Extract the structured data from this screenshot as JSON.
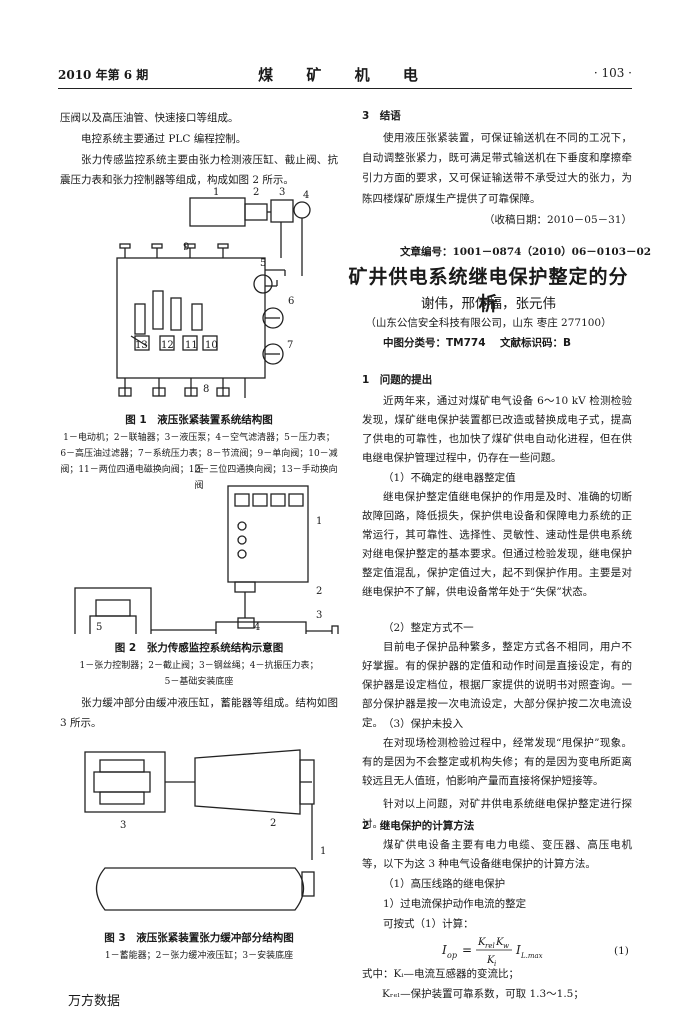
{
  "header": {
    "issue": "2010 年第 6 期",
    "journal": "煤 矿 机 电",
    "page": "· 103 ·"
  },
  "left": {
    "p1": "压阀以及高压油管、快速接口等组成。",
    "p2": "电控系统主要通过 PLC 编程控制。",
    "p3": "张力传感监控系统主要由张力检测液压缸、截止阀、抗震压力表和张力控制器等组成，构成如图 2 所示。",
    "fig1": {
      "caption": "图 1　液压张紧装置系统结构图",
      "legend1": "1－电动机；2－联轴器；3－液压泵；4－空气滤清器；5－压力表；",
      "legend2": "6－高压油过滤器；7－系统压力表；8－节流阀；9－单向阀；10－减压",
      "legend3": "阀；11－两位四通电磁换向阀；12－三位四通换向阀；13－手动换向阀",
      "labels": [
        "1",
        "2",
        "3",
        "4",
        "5",
        "6",
        "7",
        "8",
        "9",
        "10",
        "11",
        "12",
        "13"
      ]
    },
    "fig2": {
      "caption": "图 2　张力传感监控系统结构示意图",
      "legend1": "1－张力控制器；2－截止阀；3－钢丝绳；4－抗振压力表；",
      "legend2": "5－基础安装底座",
      "labels": [
        "1",
        "2",
        "3",
        "4",
        "5"
      ]
    },
    "p4": "张力缓冲部分由缓冲液压缸，蓄能器等组成。结构如图 3 所示。",
    "fig3": {
      "caption": "图 3　液压张紧装置张力缓冲部分结构图",
      "legend1": "1－蓄能器；2－张力缓冲液压缸；3－安装底座",
      "labels": [
        "1",
        "2",
        "3"
      ]
    }
  },
  "right": {
    "s3_title": "3　结语",
    "s3_p": "使用液压张紧装置，可保证输送机在不同的工况下，自动调整张紧力，既可满足带式输送机在下垂度和摩擦牵引力方面的要求，又可保证输送带不承受过大的张力，为陈四楼煤矿原煤生产提供了可靠保障。",
    "received": "（收稿日期：2010－05－31）",
    "article_no": "文章编号：1001－0874（2010）06－0103－02",
    "title": "矿井供电系统继电保护整定的分析",
    "authors": "谢伟，邢传福，张元伟",
    "affiliation": "（山东公信安全科技有限公司，山东 枣庄 277100）",
    "clc": "中图分类号：TM774",
    "doc_code": "文献标识码：B",
    "s1_title": "1　问题的提出",
    "s1_p": "近两年来，通过对煤矿电气设备 6～10 kV 检测检验发现，煤矿继电保护装置都已改造或替换成电子式，提高了供电的可靠性，也加快了煤矿供电自动化进程，但在供电继电保护管理过程中，仍存在一些问题。",
    "s1_1": "（1）不确定的继电器整定值",
    "s1_1p": "继电保护整定值继电保护的作用是及时、准确的切断故障回路，降低损失，保护供电设备和保障电力系统的正常运行，其可靠性、选择性、灵敏性、速动性是供电系统对继电保护整定的基本要求。但通过检验发现，继电保护整定值混乱，保护定值过大，起不到保护作用。主要是对继电保护不了解，供电设备常年处于“失保”状态。",
    "s1_2": "（2）整定方式不一",
    "s1_2p": "目前电子保护品种繁多，整定方式各不相同，用户不好掌握。有的保护器的定值和动作时间是直接设定，有的保护器是设定档位，根据厂家提供的说明书对照查询。一部分保护器是按一次电流设定，大部分保护按二次电流设定。",
    "s1_3": "（3）保护未投入",
    "s1_3p": "在对现场检测检验过程中，经常发现“甩保护”现象。有的是因为不会整定或机构失修；有的是因为变电所距离较远且无人值班，怕影响产量而直接将保护短接等。",
    "s1_4p": "针对以上问题，对矿井供电系统继电保护整定进行探讨。",
    "s2_title": "2　继电保护的计算方法",
    "s2_p": "煤矿供电设备主要有电力电缆、变压器、高压电机等，以下为这 3 种电气设备继电保护的计算方法。",
    "s2_1": "（1）高压线路的继电保护",
    "s2_1a": "1）过电流保护动作电流的整定",
    "s2_1b": "可按式（1）计算：",
    "eq_no": "(1)",
    "where1": "式中：Kᵢ—电流互感器的变流比；",
    "where2": "Kᵣₑₗ—保护装置可靠系数，可取 1.3～1.5；"
  },
  "footer": "万方数据"
}
